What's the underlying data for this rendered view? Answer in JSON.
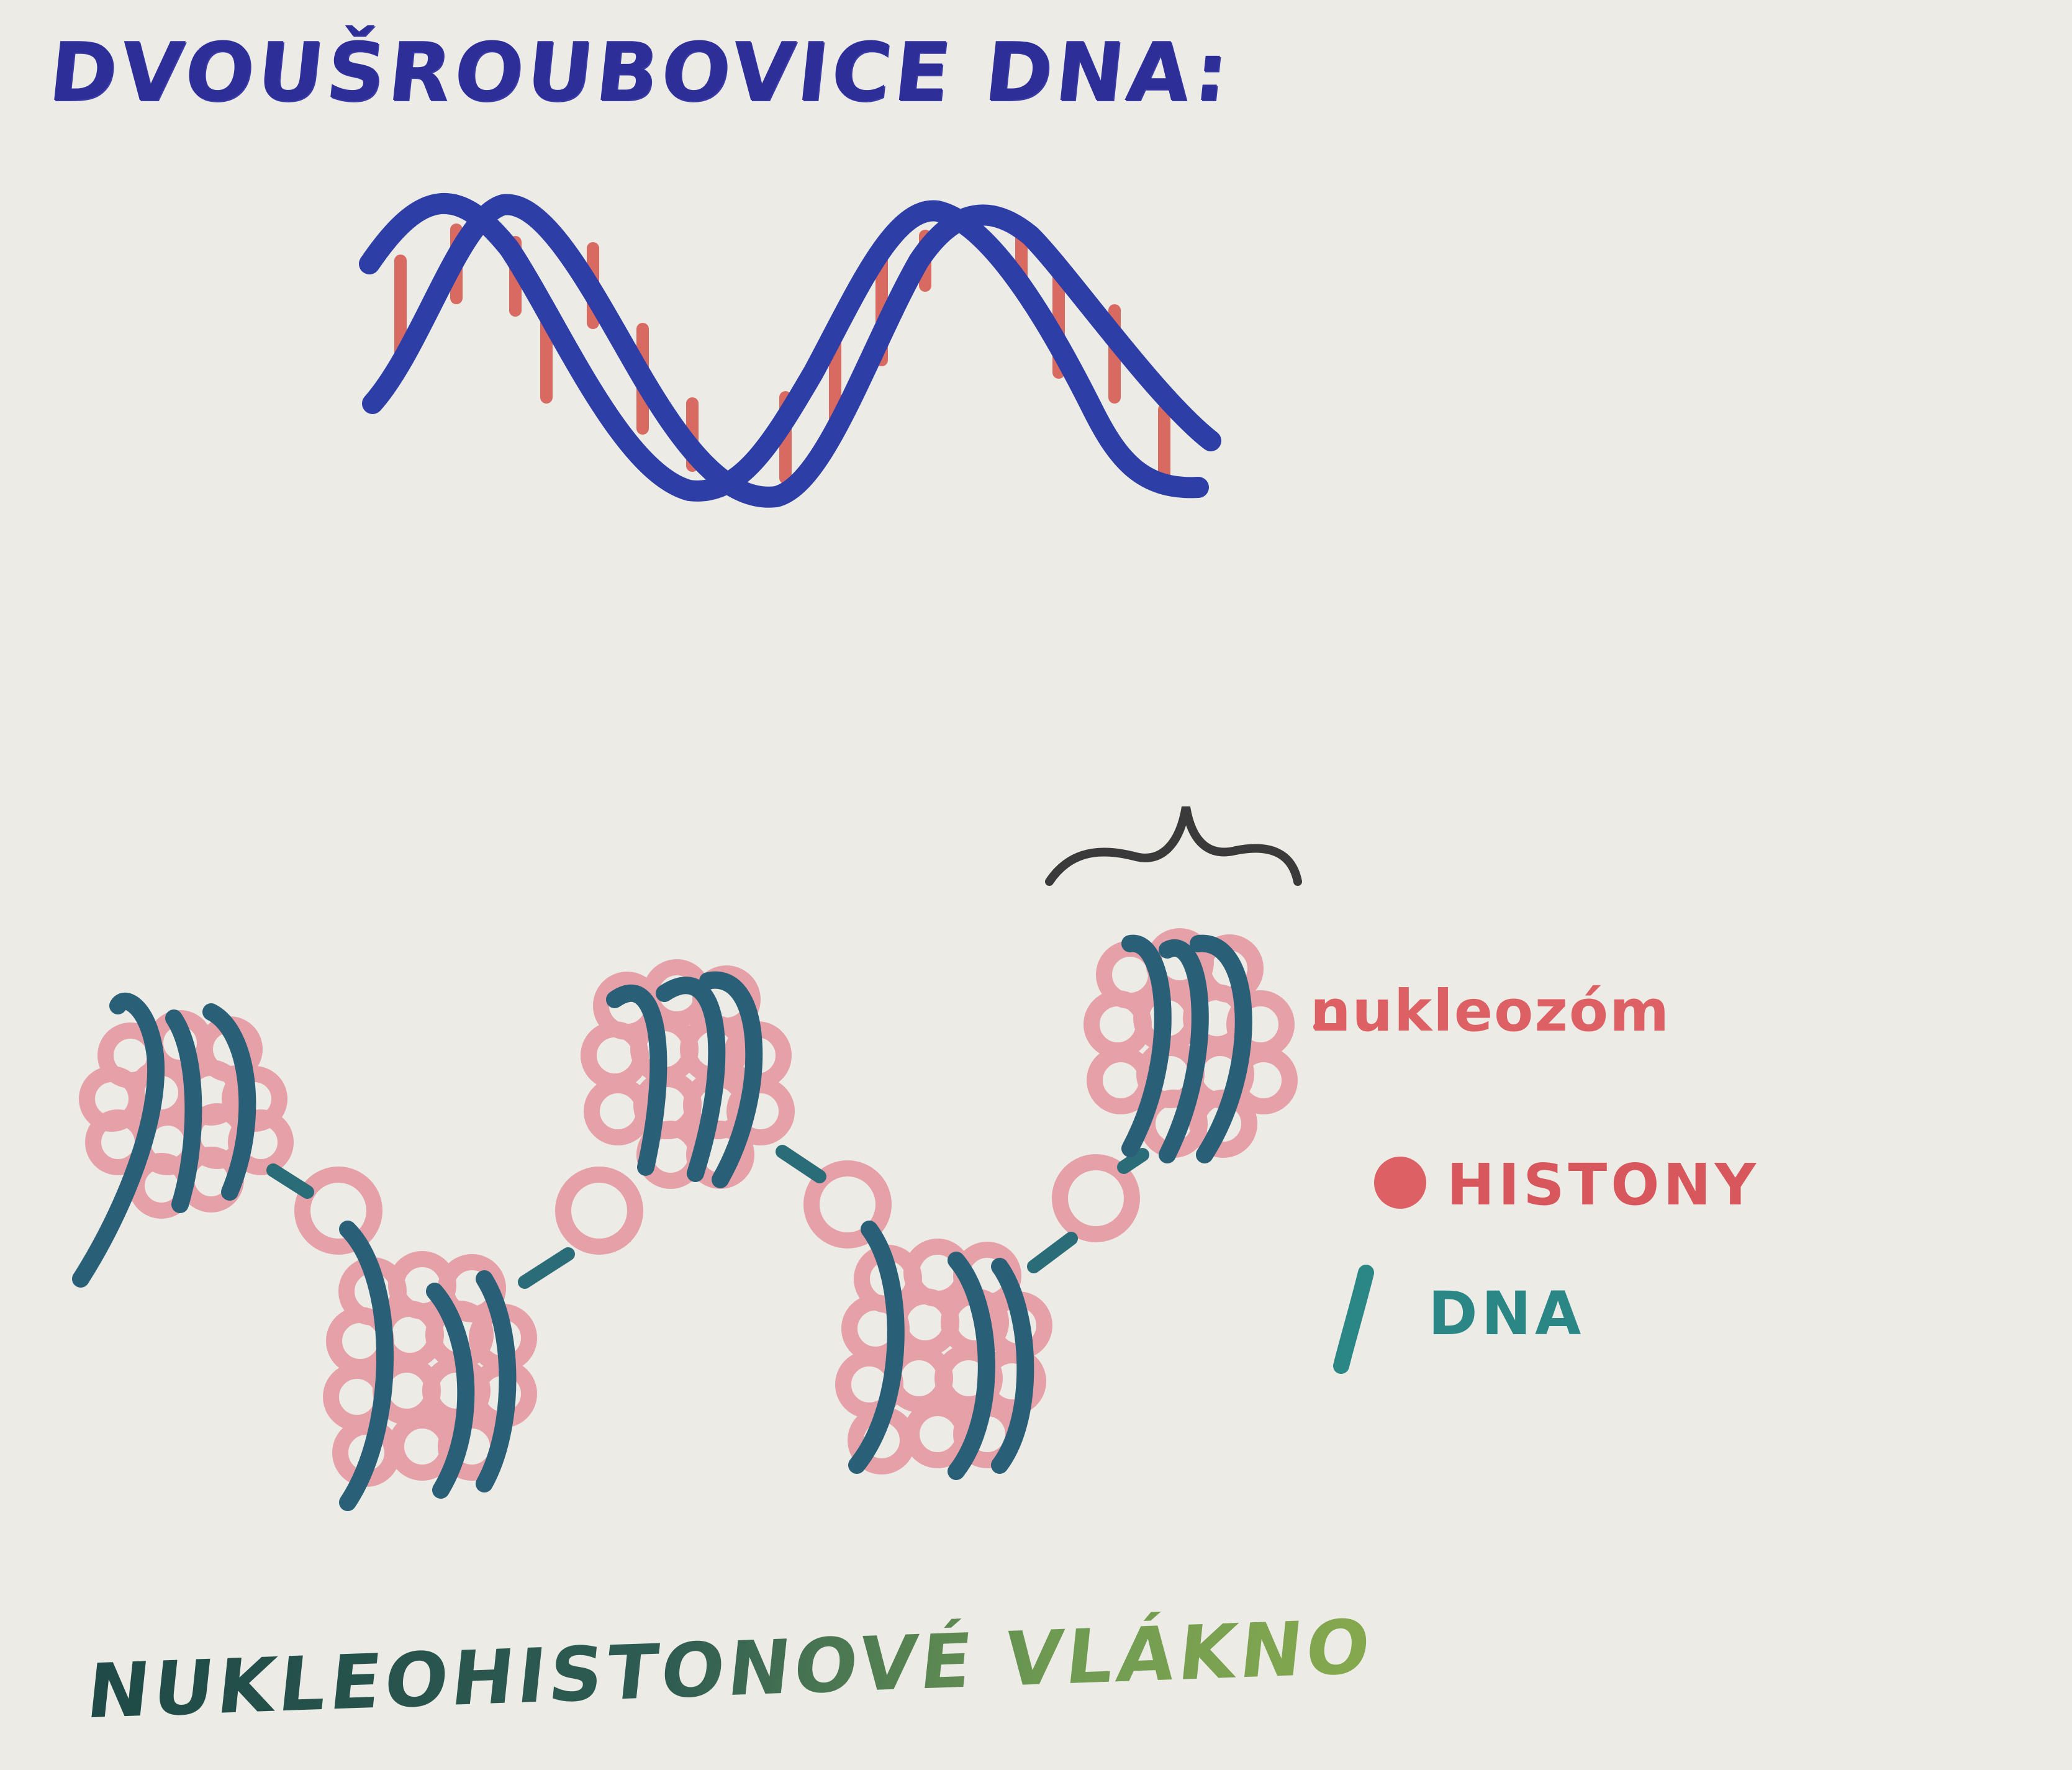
{
  "title": "DVOUŠROUBOVICE DNA:",
  "legend": {
    "nucleosome_label": "nukleozóm",
    "histones_label": "HISTONY",
    "dna_label": "DNA"
  },
  "bottom_title": "NUKLEOHISTONOVÉ VLÁKNO",
  "colors": {
    "paper": "#ecebe6",
    "helix_blue": "#2d3ea6",
    "base_pair_red": "#d96a62",
    "histone_pink": "#e6a0a8",
    "dna_teal": "#2a6d78",
    "brace_gray": "#3a3a3a"
  }
}
